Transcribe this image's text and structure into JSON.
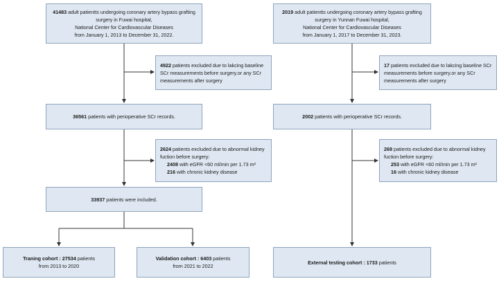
{
  "left": {
    "start": {
      "count": "41483",
      "line1": " adult patientts undergoing coronary artery bypass grafting",
      "line2": "surgery in Fuwai hospital,",
      "line3": "National Center for Cardiovascular Diseases",
      "line4": "from January 1, 2013 to December 31, 2022."
    },
    "exclude1": {
      "count": "4922",
      "line1": " patients excluded due to lakcing baseline",
      "line2": "SCr measurements before surgery.or any SCr",
      "line3": "measurements after surgery"
    },
    "periop": {
      "count": "36561",
      "text": " patients with perioperative SCr records."
    },
    "exclude2": {
      "count": "2624",
      "line1": " patients excluded due to abnormal kidney",
      "line2": "fuction before surgery:",
      "sub1_count": "2408",
      "sub1_text": " with eGFR <60 ml/min per 1.73 m²",
      "sub2_count": "216",
      "sub2_text": " with chronic kidney disease"
    },
    "included": {
      "count": "33937",
      "text": " patients were included."
    },
    "training": {
      "label": "Traning cohort : 27534",
      "suffix": " patients",
      "line2": "from 2013 to 2020"
    },
    "validation": {
      "label": "Validation cohort : 6403",
      "suffix": " patients",
      "line2": "from 2021 to 2022"
    }
  },
  "right": {
    "start": {
      "count": "2019",
      "line1": " adult patientts undergoing coronary artery bypass grafting",
      "line2": "surgery in Yunnan Fuwai hospital,",
      "line3": "National Center for Cardiovascular Diseases",
      "line4": "from January 1, 2017 to December 31, 2023."
    },
    "exclude1": {
      "count": "17",
      "line1": " patients excluded due to lakcing baseline SCr",
      "line2": "measurements before surgery.or any SCr",
      "line3": "measurements after surgery"
    },
    "periop": {
      "count": "2002",
      "text": " patients with perioperative SCr records."
    },
    "exclude2": {
      "count": "269",
      "line1": " patients excluded due to abnormal kidney",
      "line2": "fuction before surgery:",
      "sub1_count": "253",
      "sub1_text": " with eGFR <60 ml/min per 1.73 m²",
      "sub2_count": "16",
      "sub2_text": " with chronic kidney disease"
    },
    "external": {
      "label": "External testing cohort : 1733",
      "suffix": " patients"
    }
  },
  "colors": {
    "box_fill": "#dfe8f2",
    "box_border": "#8ea3bb",
    "line": "#333333"
  }
}
